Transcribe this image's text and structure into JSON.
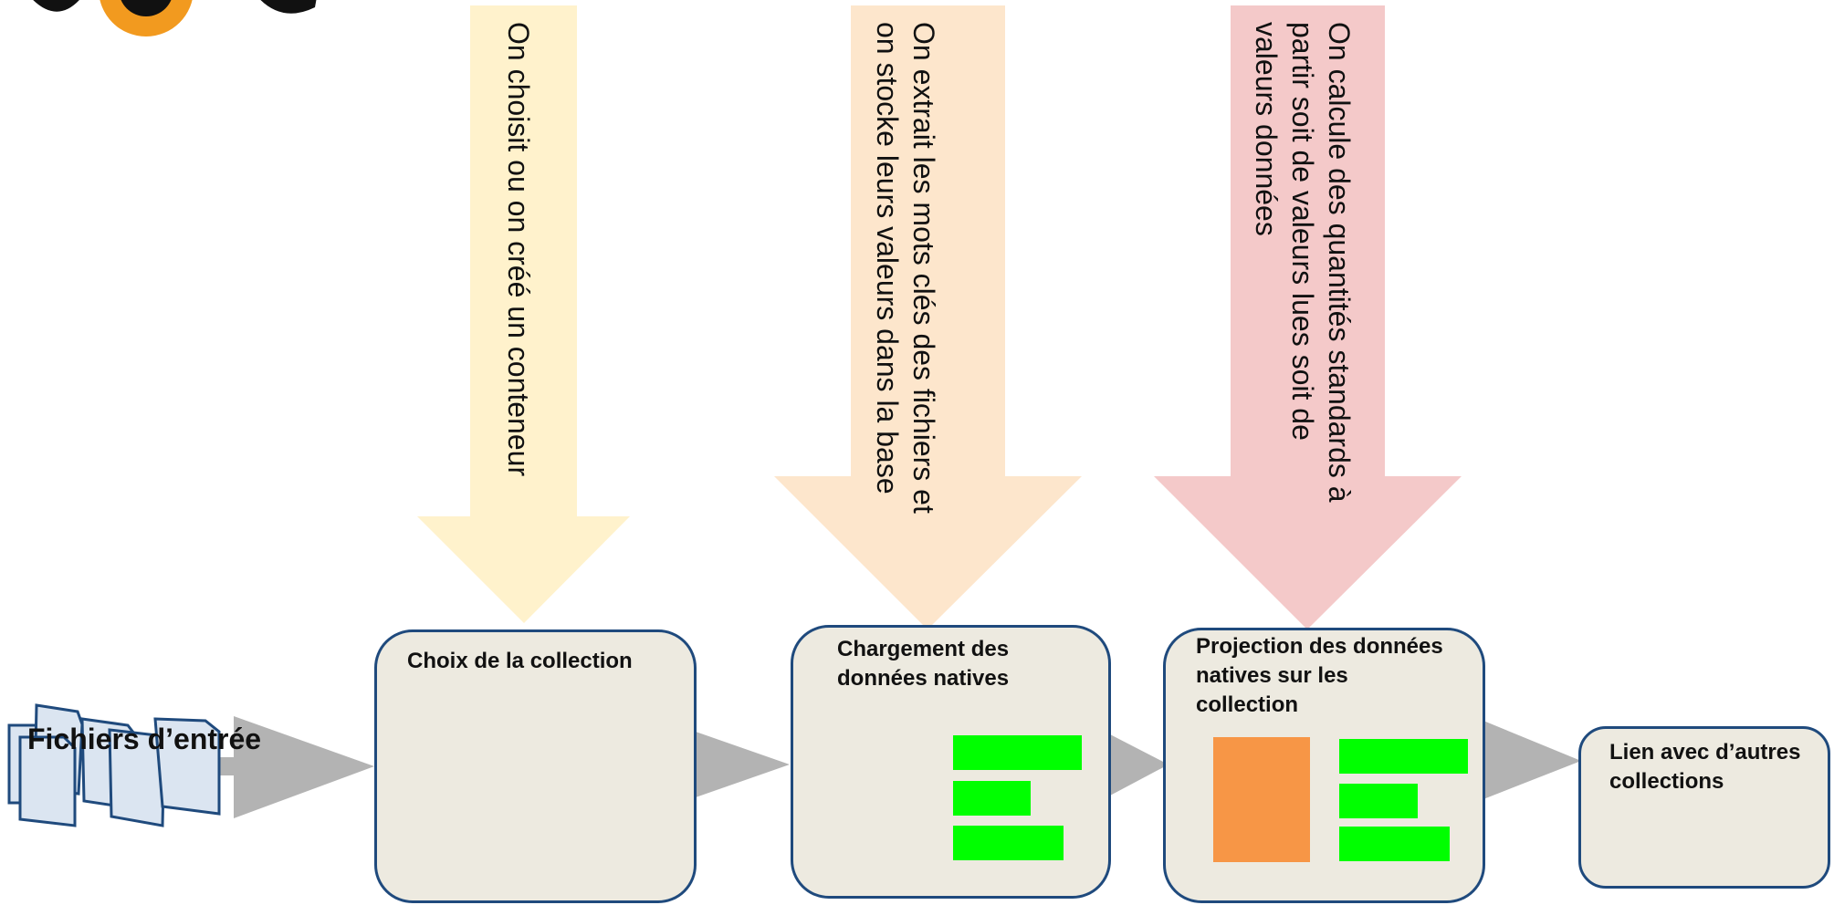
{
  "steps": [
    {
      "arrow_text": "On choisit ou on créé un conteneur",
      "box_title": "Choix de la collection",
      "arrow_color": "#fff2cc"
    },
    {
      "arrow_text": "On extrait les mots clés des fichiers et on stocke leurs valeurs dans la base",
      "box_title": "Chargement des données natives",
      "arrow_color": "#fde6cc"
    },
    {
      "arrow_text": "On calcule des quantités standards à partir soit de valeurs lues soit de valeurs données",
      "box_title": "Projection des données natives sur les collection",
      "arrow_color": "#f4c9c9"
    }
  ],
  "input_files_label": "Fichiers d’entrée",
  "final_box_title": "Lien avec d’autres collections",
  "colors": {
    "box_fill": "#edeae0",
    "box_border": "#1f4a7d",
    "flow_arrow": "#b3b3b3",
    "data_bar": "#00ff00",
    "projection_block": "#f79646",
    "file_border": "#1f4a7d",
    "file_fill": "#dbe5f1"
  }
}
